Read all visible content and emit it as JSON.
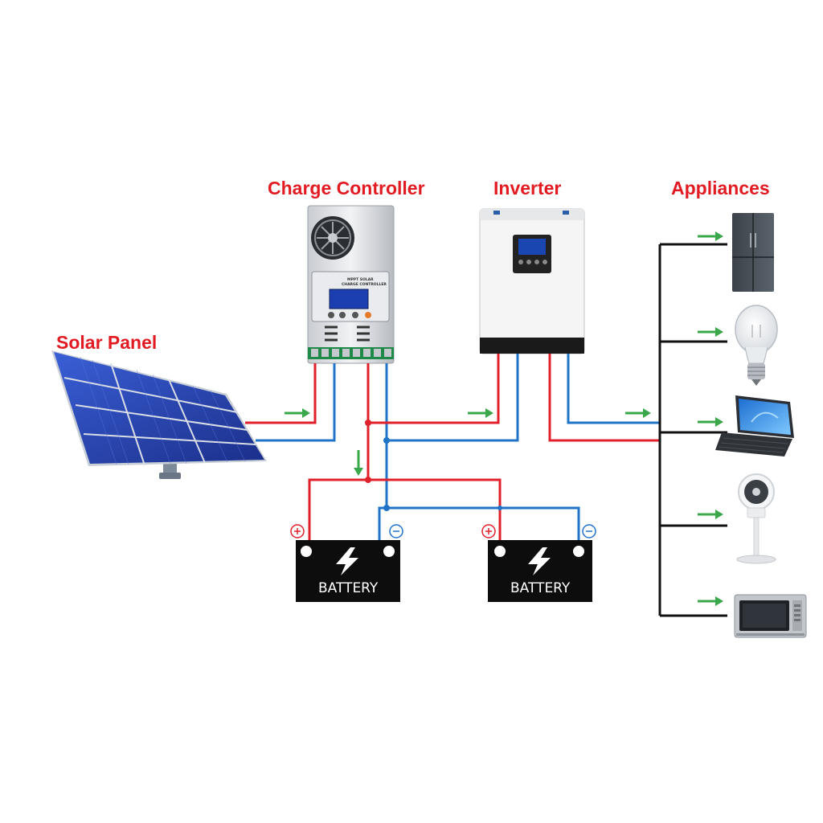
{
  "labels": {
    "solar_panel": "Solar Panel",
    "charge_controller": "Charge Controller",
    "inverter": "Inverter",
    "appliances": "Appliances"
  },
  "controller": {
    "screen_line1": "MPPT SOLAR",
    "screen_line2": "CHARGE CONTROLLER"
  },
  "batteries": [
    {
      "label": "BATTERY"
    },
    {
      "label": "BATTERY"
    }
  ],
  "appliances": [
    {
      "icon": "refrigerator-icon"
    },
    {
      "icon": "light-bulb-icon"
    },
    {
      "icon": "tablet-keyboard-icon"
    },
    {
      "icon": "standing-fan-icon"
    },
    {
      "icon": "microwave-icon"
    }
  ],
  "colors": {
    "heading": "#e21b23",
    "positive_wire": "#e0202a",
    "negative_wire": "#1f74c8",
    "load_bus": "#111111",
    "flow_arrow": "#3aa84a",
    "battery_body": "#0d0d0d"
  }
}
